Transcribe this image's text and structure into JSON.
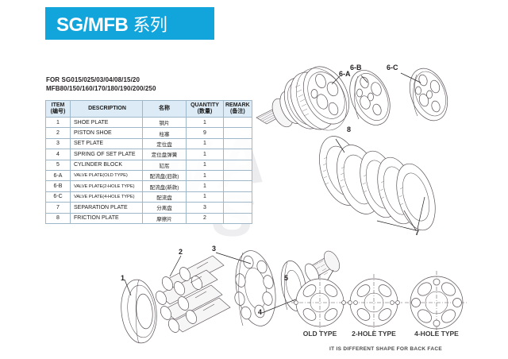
{
  "banner": {
    "title_main": "SG/MFB",
    "title_cjk": "系列"
  },
  "spec": {
    "line1": "FOR SG015/025/03/04/08/15/20",
    "line2": "MFB80/150/160/170/180/190/200/250"
  },
  "table": {
    "headers": {
      "item_en": "ITEM",
      "item_cn": "(编号)",
      "description": "DESCRIPTION",
      "name_cn": "名称",
      "quantity_en": "QUANTITY",
      "quantity_cn": "(数量)",
      "remark_en": "REMARK",
      "remark_cn": "(备注)"
    },
    "rows": [
      {
        "item": "1",
        "desc": "SHOE PLATE",
        "name": "钢片",
        "qty": "1",
        "remark": ""
      },
      {
        "item": "2",
        "desc": "PISTON SHOE",
        "name": "柱塞",
        "qty": "9",
        "remark": ""
      },
      {
        "item": "3",
        "desc": "SET PLATE",
        "name": "定位盘",
        "qty": "1",
        "remark": ""
      },
      {
        "item": "4",
        "desc": "SPRING OF SET PLATE",
        "name": "定位盘弹簧",
        "qty": "1",
        "remark": ""
      },
      {
        "item": "5",
        "desc": "CYLINDER BLOCK",
        "name": "缸厒",
        "qty": "1",
        "remark": ""
      },
      {
        "item": "6-A",
        "desc": "VALVE PLATE(OLD TYPE)",
        "name": "配流盘(旧款)",
        "qty": "1",
        "remark": ""
      },
      {
        "item": "6-B",
        "desc": "VALVE PLATE(2-HOLE TYPE)",
        "name": "配流盘(新款)",
        "qty": "1",
        "remark": ""
      },
      {
        "item": "6-C",
        "desc": "VALVE PLATE(4-HOLE TYPE)",
        "name": "配流盘",
        "qty": "1",
        "remark": ""
      },
      {
        "item": "7",
        "desc": "SEPARATION PLATE",
        "name": "分离盘",
        "qty": "3",
        "remark": ""
      },
      {
        "item": "8",
        "desc": "FRICTION PLATE",
        "name": "摩擦片",
        "qty": "2",
        "remark": ""
      }
    ]
  },
  "callouts": [
    {
      "id": "c1",
      "text": "1"
    },
    {
      "id": "c2",
      "text": "2"
    },
    {
      "id": "c3",
      "text": "3"
    },
    {
      "id": "c4",
      "text": "4"
    },
    {
      "id": "c5",
      "text": "5"
    },
    {
      "id": "c6a",
      "text": "6-A"
    },
    {
      "id": "c6b",
      "text": "6-B"
    },
    {
      "id": "c6c",
      "text": "6-C"
    },
    {
      "id": "c7",
      "text": "7"
    },
    {
      "id": "c8",
      "text": "8"
    }
  ],
  "legend": {
    "captions": [
      "OLD TYPE",
      "2-HOLE TYPE",
      "4-HOLE TYPE"
    ],
    "note": "IT IS DIFFERENT SHAPE FOR BACK FACE"
  },
  "colors": {
    "banner_blue": "#12a5dc",
    "table_header": "#dcebf5",
    "table_border": "#9fb8c9",
    "line": "#5a5258"
  }
}
